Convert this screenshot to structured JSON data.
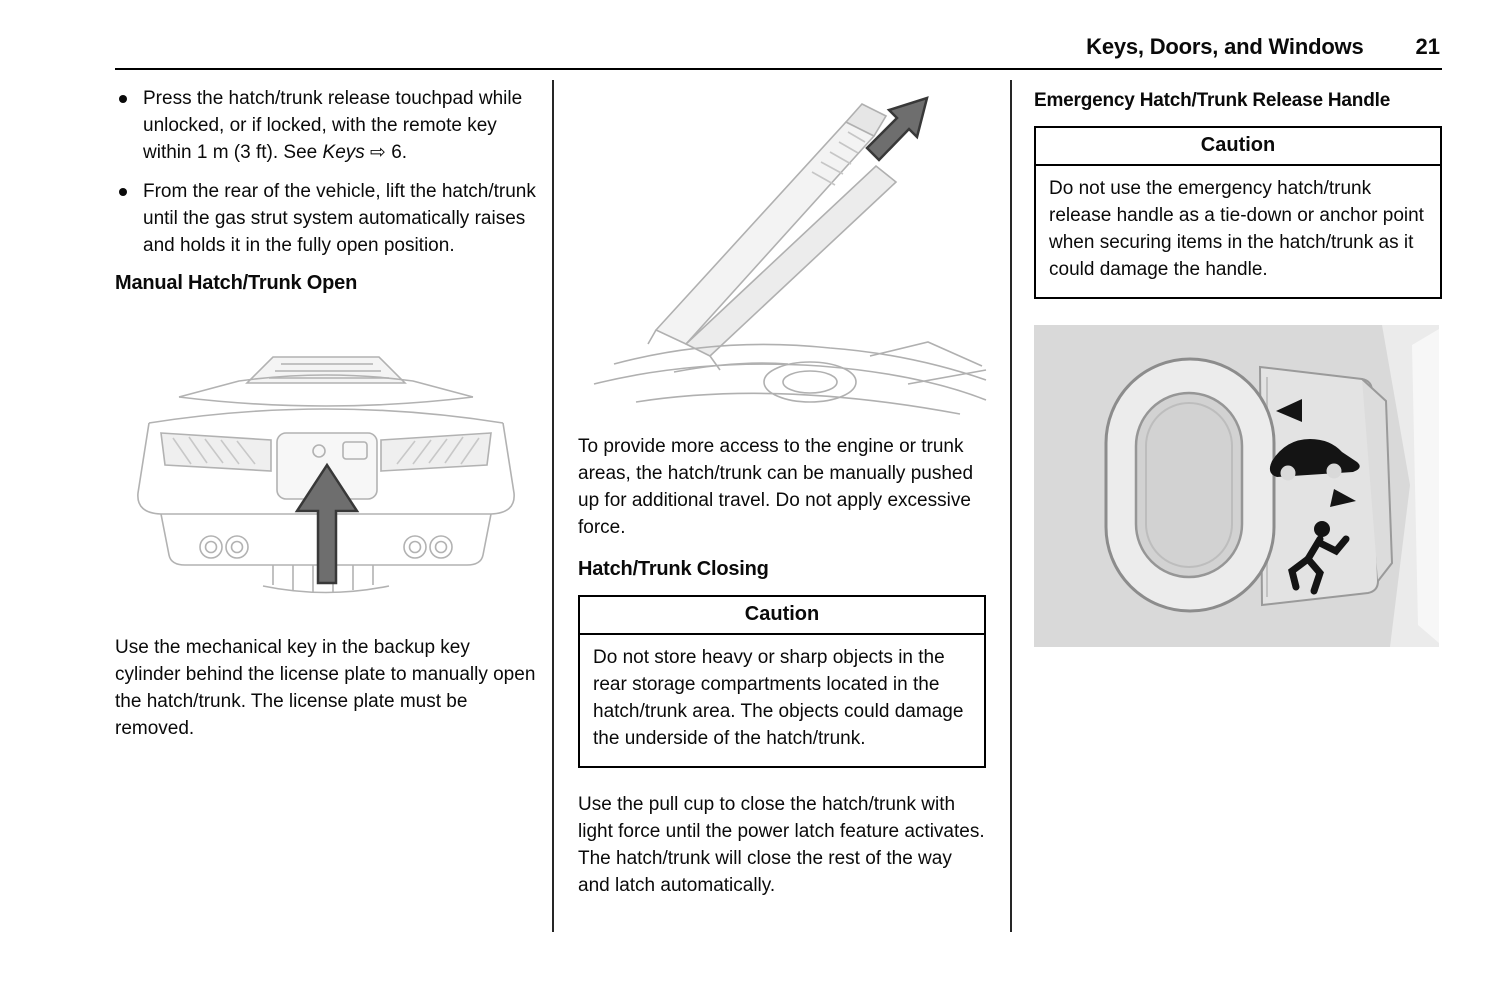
{
  "header": {
    "title": "Keys, Doors, and Windows",
    "page_number": "21"
  },
  "colors": {
    "text": "#0a0a0a",
    "rule": "#000000",
    "arrow_gray": "#6e6e6e",
    "photo_background": "#d9d9d9"
  },
  "column1": {
    "bullets": {
      "item1_text": "Press the hatch/trunk release touchpad while unlocked, or if locked, with the remote key within 1 m (3 ft). See ",
      "item1_reference": "Keys",
      "item1_suffix": " ⇨ 6.",
      "item2_text": "From the rear of the vehicle, lift the hatch/trunk until the gas strut system automatically raises and holds it in the fully open position."
    },
    "heading": "Manual Hatch/Trunk Open",
    "illustration": "rear-view-of-vehicle-with-up-arrow-to-license-plate-release",
    "caption": "Use the mechanical key in the backup key cylinder behind the license plate to manually open the hatch/trunk. The license plate must be removed."
  },
  "column2": {
    "illustration": "side-view-hatch-trunk-fully-open-with-up-right-arrow",
    "intro": "To provide more access to the engine or trunk areas, the hatch/trunk can be manually pushed up for additional travel. Do not apply excessive force.",
    "heading": "Hatch/Trunk Closing",
    "caution": {
      "title": "Caution",
      "body": "Do not store heavy or sharp objects in the rear storage compartments located in the hatch/trunk area. The objects could damage the underside of the hatch/trunk."
    },
    "closing": "Use the pull cup to close the hatch/trunk with light force until the power latch feature activates. The hatch/trunk will close the rest of the way and latch automatically."
  },
  "column3": {
    "heading": "Emergency Hatch/Trunk Release Handle",
    "caution": {
      "title": "Caution",
      "body": "Do not use the emergency hatch/trunk release handle as a tie-down or anchor point when securing items in the hatch/trunk as it could damage the handle."
    },
    "illustration": "emergency-hatch-trunk-release-handle-with-pictograms"
  }
}
